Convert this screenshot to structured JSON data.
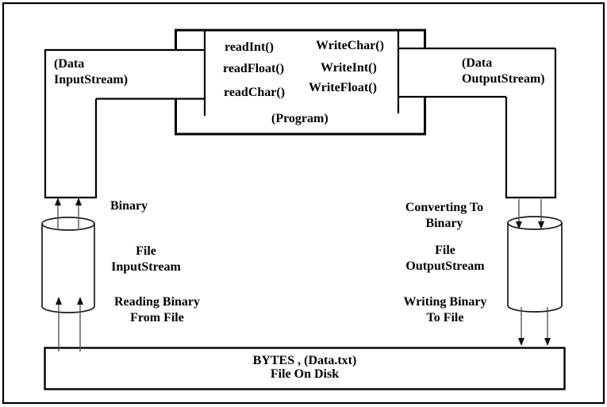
{
  "diagram": {
    "program": {
      "read_methods": [
        "readInt()",
        "readFloat()",
        "readChar()"
      ],
      "write_methods": [
        "WriteChar()",
        "WriteInt()",
        "WriteFloat()"
      ],
      "label": "(Program)"
    },
    "streams": {
      "data_input": "(Data\nInputStream)",
      "data_output": "(Data\nOutputStream)"
    },
    "annotations": {
      "binary": "Binary",
      "file_input_stream": "File\nInputStream",
      "reading_binary": "Reading Binary\nFrom File",
      "converting_to_binary": "Converting To\nBinary",
      "file_output_stream": "File\nOutputStream",
      "writing_binary": "Writing Binary\nTo File"
    },
    "disk": {
      "label": "BYTES , (Data.txt)\nFile On Disk"
    },
    "colors": {
      "line": "#000000",
      "background": "#ffffff",
      "arrow_line": "#4a4a4a",
      "arrow_head": "#111111"
    }
  }
}
